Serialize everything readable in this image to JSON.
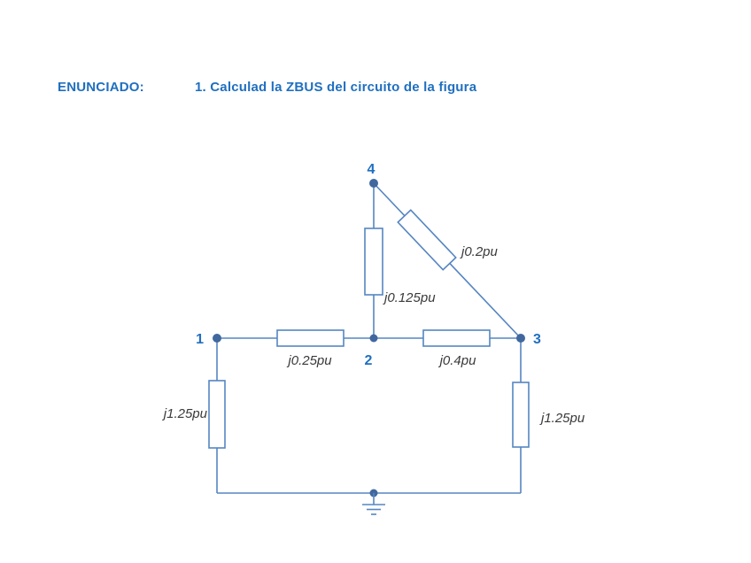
{
  "header": {
    "label": "ENUNCIADO:",
    "title": "1. Calculad la ZBUS del circuito de la figura"
  },
  "circuit": {
    "nodes": [
      {
        "id": "1"
      },
      {
        "id": "2"
      },
      {
        "id": "3"
      },
      {
        "id": "4"
      }
    ],
    "branches": [
      {
        "from": "1",
        "to": "2",
        "impedance": "j0.25pu"
      },
      {
        "from": "2",
        "to": "3",
        "impedance": "j0.4pu"
      },
      {
        "from": "2",
        "to": "4",
        "impedance": "j0.125pu"
      },
      {
        "from": "3",
        "to": "4",
        "impedance": "j0.2pu"
      },
      {
        "from": "1",
        "to": "ground",
        "impedance": "j1.25pu"
      },
      {
        "from": "3",
        "to": "ground",
        "impedance": "j1.25pu"
      }
    ]
  },
  "colors": {
    "wire": "#5585C2",
    "node_dot": "#41689E",
    "node_label": "#1F6FC0",
    "header_text": "#1F6FC0",
    "impedance_label": "#3A3A3A",
    "background": "#FFFFFF"
  }
}
